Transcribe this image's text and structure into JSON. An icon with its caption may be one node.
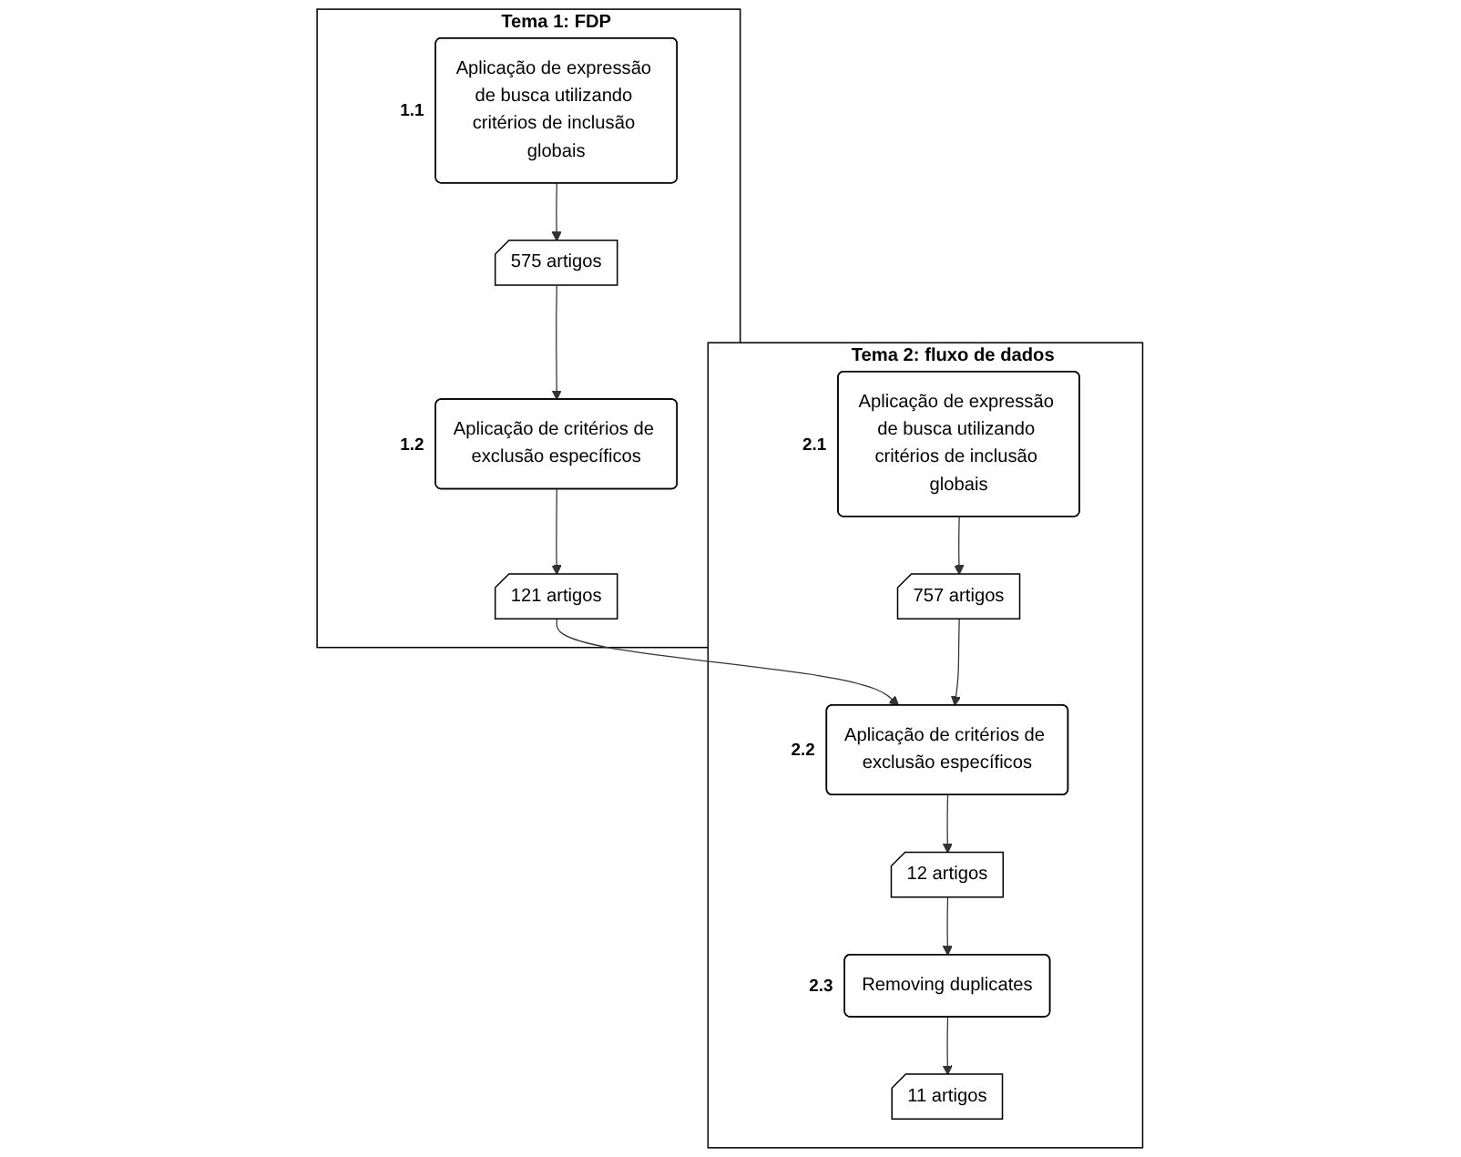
{
  "diagram": {
    "nodes": [
      {
        "text": [
          "Tema 1: FDP"
        ]
      },
      {
        "text": [
          "Aplicação de expressão de busca utilizando critérios de inclusão globais"
        ],
        "in": 0,
        "beside": [
          "1.1"
        ]
      },
      {
        "text": [
          "575 artigos"
        ],
        "in": 0
      },
      {
        "text": [
          "Aplicação de critérios de exclusão específicos"
        ],
        "in": 0,
        "beside": [
          "1.2"
        ]
      },
      {
        "text": [
          "121 artigos"
        ],
        "in": 0
      },
      {
        "text": [
          "Tema 2: fluxo de dados"
        ]
      },
      {
        "text": [
          "Aplicação de expressão de busca utilizando critérios de inclusão globais"
        ],
        "in": 5,
        "beside": [
          "2.1"
        ]
      },
      {
        "text": [
          "757 artigos"
        ],
        "in": 5
      },
      {
        "text": [
          "Aplicação de critérios de exclusão específicos"
        ],
        "in": 5,
        "beside": [
          "2.2"
        ]
      },
      {
        "text": [
          "12 artigos"
        ],
        "in": 5
      },
      {
        "text": [
          "Removing duplicates"
        ],
        "in": 5,
        "beside": [
          "2.3"
        ]
      },
      {
        "text": [
          "11 artigos"
        ],
        "in": 5
      }
    ],
    "edges": [
      {
        "from": 1,
        "to": 2,
        "arrow": "to"
      },
      {
        "from": 2,
        "to": 3,
        "arrow": "to"
      },
      {
        "from": 3,
        "to": 4,
        "arrow": "to"
      },
      {
        "from": 4,
        "to": 8,
        "arrow": "to"
      },
      {
        "from": 6,
        "to": 7,
        "arrow": "to"
      },
      {
        "from": 7,
        "to": 8,
        "arrow": "to"
      },
      {
        "from": 8,
        "to": 9,
        "arrow": "to"
      },
      {
        "from": 9,
        "to": 10,
        "arrow": "to"
      },
      {
        "from": 10,
        "to": 11,
        "arrow": "to"
      }
    ]
  }
}
